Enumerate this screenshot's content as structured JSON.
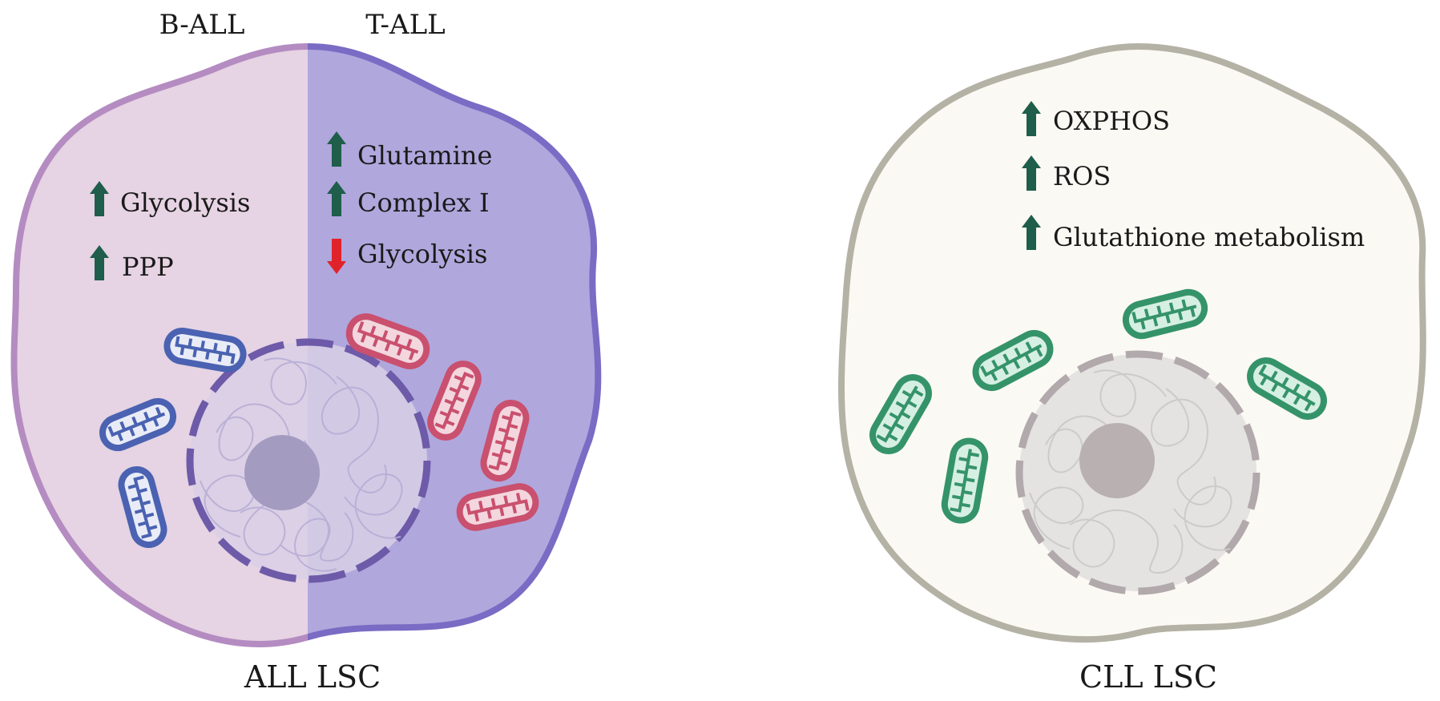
{
  "left_cell": {
    "left_header": "B-ALL",
    "right_header": "T-ALL",
    "caption": "ALL LSC",
    "b_all_items": [
      {
        "arrow": "up",
        "text": "Glycolysis"
      },
      {
        "arrow": "up",
        "text": "PPP"
      }
    ],
    "t_all_items": [
      {
        "arrow": "up",
        "text": "Glutamine"
      },
      {
        "arrow": "up",
        "text": "Complex I"
      },
      {
        "arrow": "down",
        "text": "Glycolysis"
      }
    ]
  },
  "right_cell": {
    "caption": "CLL LSC",
    "items": [
      {
        "arrow": "up",
        "text": "OXPHOS"
      },
      {
        "arrow": "up",
        "text": "ROS"
      },
      {
        "arrow": "up",
        "text": "Glutathione metabolism"
      }
    ]
  },
  "colors": {
    "up_arrow": "#1e5e4a",
    "down_arrow": "#e0232a",
    "b_all_fill": "#e6d3e3",
    "b_all_stroke": "#b48cc1",
    "t_all_fill": "#b0a7dd",
    "t_all_stroke": "#7a6bc4",
    "cll_fill": "#fbf9f3",
    "cll_stroke": "#b4b2a5",
    "b_mito": "#4a62b1",
    "t_mito": "#c9506e",
    "cll_mito": "#35936a"
  }
}
